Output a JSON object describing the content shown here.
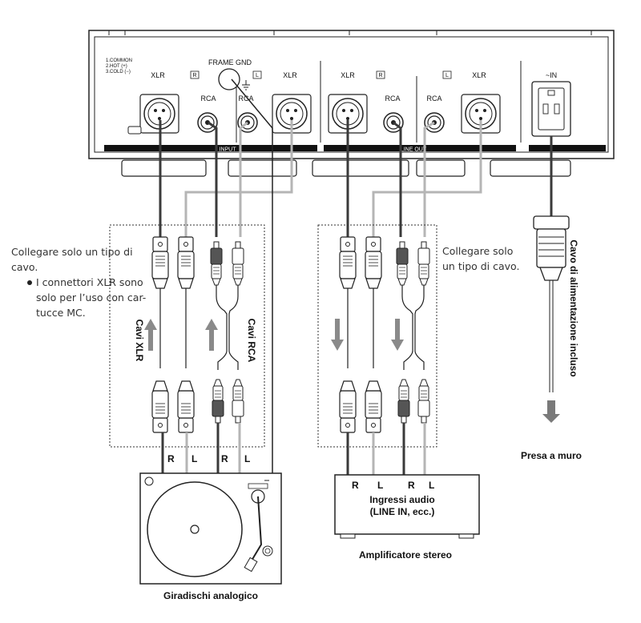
{
  "panel": {
    "pin_legend": [
      "1.COMMON",
      "2.HOT (+)",
      "3.COLD (−)"
    ],
    "frame_gnd": "FRAME GND",
    "input_label": "INPUT",
    "lineout_label": "LINE OUT",
    "ac_in": "~IN",
    "xlr": "XLR",
    "rca": "RCA",
    "ch_r": "R",
    "ch_l": "L"
  },
  "notes": {
    "left_line1": "Collegare solo un tipo di",
    "left_line2": "cavo.",
    "left_bullet1": "I connettori XLR sono",
    "left_bullet2": "solo per l’uso con car-",
    "left_bullet3": "tucce MC.",
    "right_line1": "Collegare solo",
    "right_line2": "un tipo di cavo."
  },
  "labels": {
    "xlr_cables": "Cavi XLR",
    "rca_cables": "Cavi RCA",
    "power_cable": "Cavo di alimentazione incluso",
    "wall": "Presa a muro",
    "turntable": "Giradischi analogico",
    "amp": "Amplificatore stereo",
    "amp_inputs1": "Ingressi audio",
    "amp_inputs2": "(LINE IN, ecc.)",
    "ch_r": "R",
    "ch_l": "L"
  },
  "colors": {
    "dark": "#3a3a3a",
    "gray": "#8c8c8c",
    "light": "#b5b5b5",
    "arrow": "#7a7a7a"
  }
}
